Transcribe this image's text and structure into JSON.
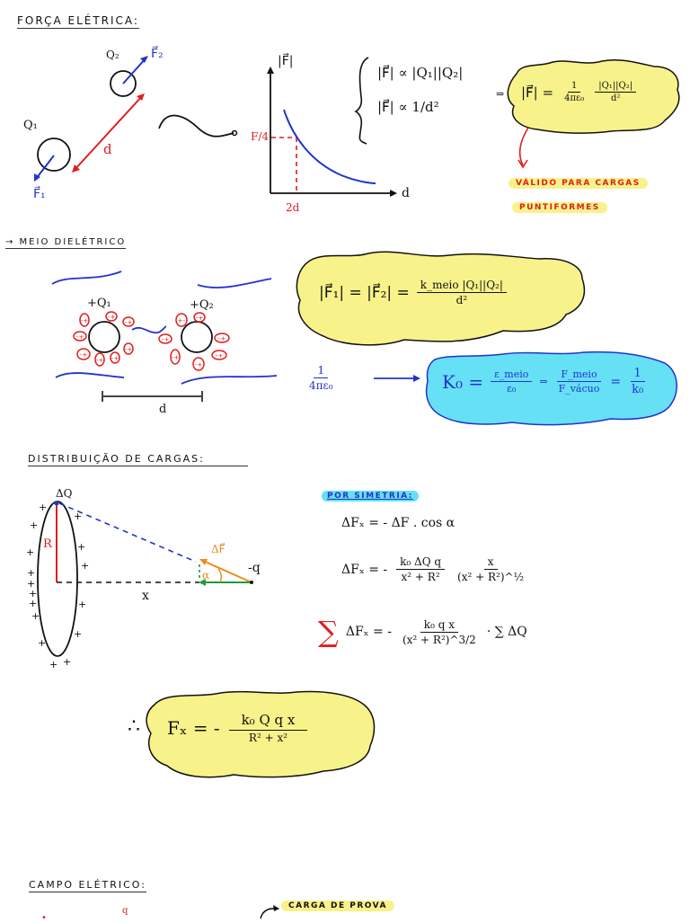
{
  "sections": {
    "forca_eletrica": {
      "heading": "FORÇA ELÉTRICA:",
      "labels": {
        "q1": "Q₁",
        "q2": "Q₂",
        "f1": "F⃗₁",
        "f2": "F⃗₂",
        "d": "d"
      },
      "graph": {
        "y_label": "|F⃗|",
        "x_label": "d",
        "y_tick": "F/4",
        "x_tick": "2d"
      },
      "proportions": [
        "|F⃗| ∝ |Q₁||Q₂|",
        "|F⃗| ∝ 1/d²"
      ],
      "implies": "⇒",
      "result": {
        "lhs": "|F⃗| =",
        "frac1_num": "1",
        "frac1_den": "4πε₀",
        "frac2_num": "|Q₁||Q₂|",
        "frac2_den": "d²"
      },
      "note_line1": "VÁLIDO PARA CARGAS",
      "note_line2": "PUNTIFORMES"
    },
    "meio_dieletrico": {
      "heading": "→ MEIO DIELÉTRICO",
      "labels": {
        "q1": "+Q₁",
        "q2": "+Q₂",
        "d": "d"
      },
      "dipole_q1": [
        "-+",
        "-+",
        "-+",
        "-+",
        "-+",
        "-+",
        "-+",
        "-+"
      ],
      "dipole_q2": [
        "-+",
        "-+",
        "-+",
        "-+",
        "-+",
        "-+",
        "-+"
      ],
      "formula": {
        "lhs": "|F⃗₁| = |F⃗₂| =",
        "num": "k_meio |Q₁||Q₂|",
        "den": "d²"
      },
      "constant": {
        "num": "1",
        "den": "4πε₀"
      },
      "k_formula": {
        "k": "K₀ =",
        "f1_num": "ε_meio",
        "f1_den": "ε₀",
        "eq2": "⇒",
        "f2_num": "F_meio",
        "f2_den": "F_vácuo",
        "eq3": "=",
        "f3_num": "1",
        "f3_den": "k₀"
      }
    },
    "distribuicao": {
      "heading": "DISTRIBUIÇÃO DE CARGAS:",
      "labels": {
        "dq": "ΔQ",
        "r": "R",
        "x": "x",
        "df": "ΔF⃗",
        "alpha": "α",
        "q": "-q"
      },
      "symmetry_tag": "POR SIMETRIA:",
      "eq1": "ΔFₓ = - ΔF . cos α",
      "eq2": {
        "lhs": "ΔFₓ = -",
        "f1_num": "k₀ ΔQ q",
        "f1_den": "x² + R²",
        "f2_num": "x",
        "f2_den": "(x² + R²)^½"
      },
      "eq3": {
        "sigma": "∑",
        "lhs": "ΔFₓ = -",
        "num": "k₀ q x",
        "den": "(x² + R²)^3/2",
        "rhs": "· ∑ ΔQ"
      },
      "result": {
        "therefore": "∴",
        "lhs": "Fₓ = -",
        "num": "k₀ Q q x",
        "den": "R² + x²"
      }
    },
    "campo_eletrico": {
      "heading": "CAMPO ELÉTRICO:",
      "tag": "CARGA DE PROVA"
    }
  },
  "colors": {
    "red": "#e01e1e",
    "blue": "#2233cc",
    "yellow_hl": "#f7f38a",
    "cyan_hl": "#66e0f5",
    "orange": "#ee8a1a",
    "green": "#1f9a3a"
  }
}
